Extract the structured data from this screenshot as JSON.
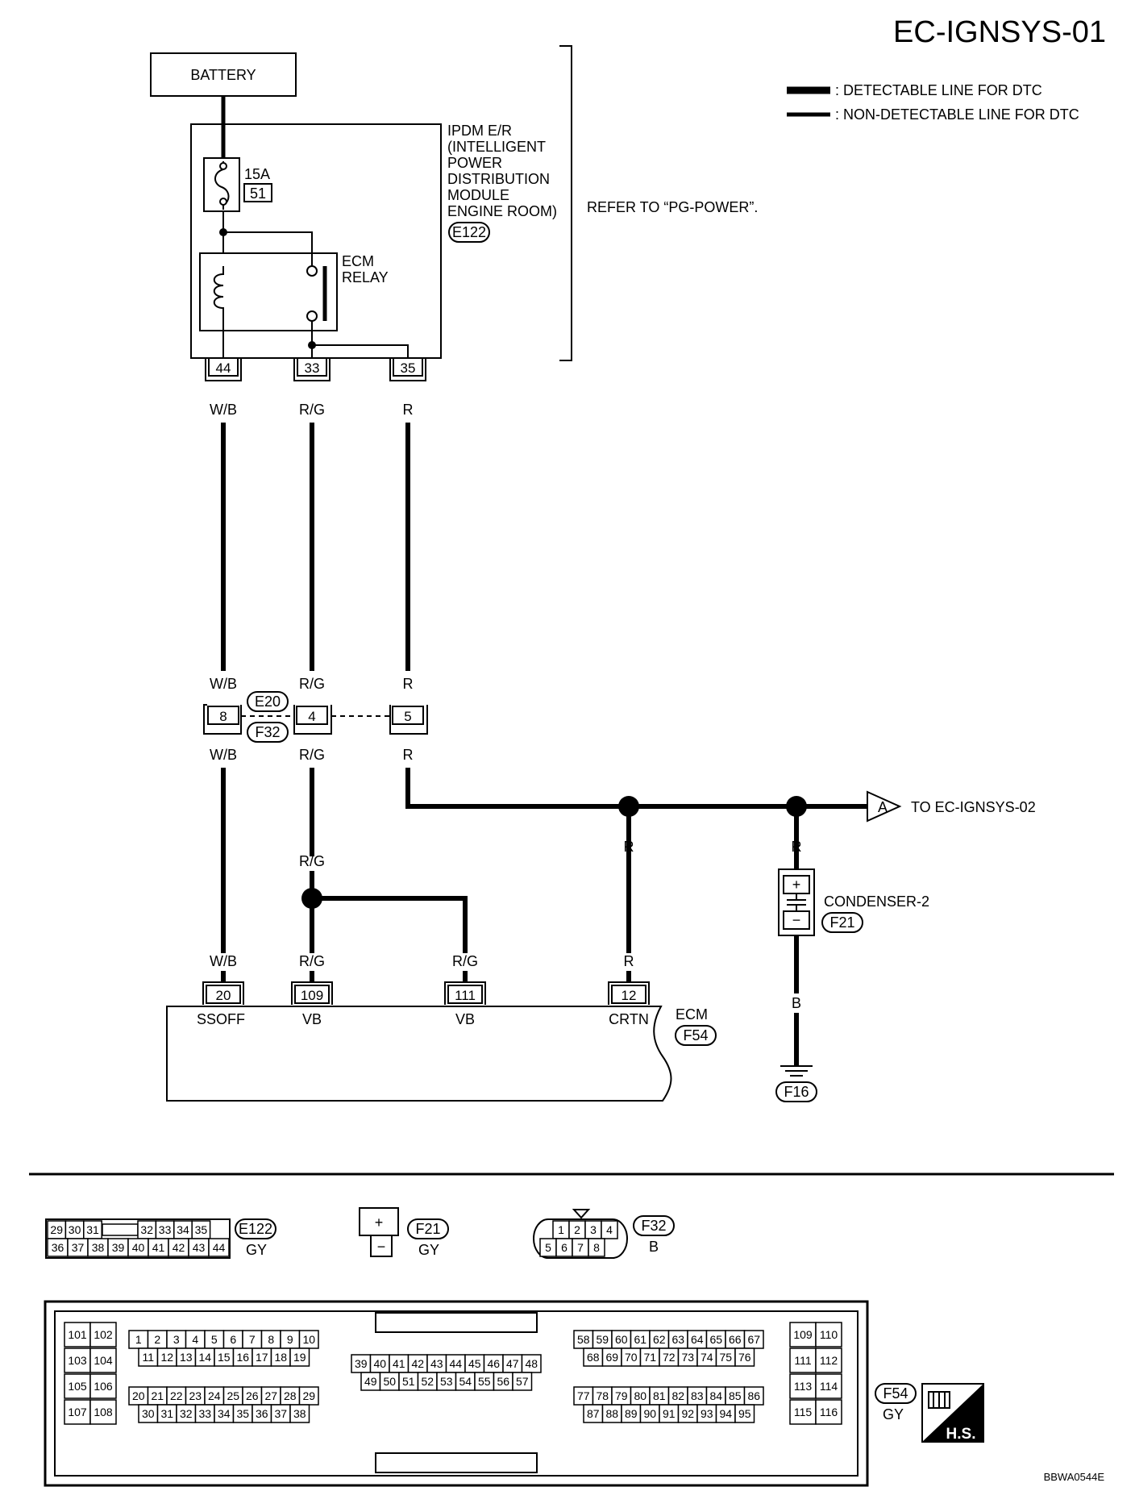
{
  "title": "EC-IGNSYS-01",
  "legend": {
    "detectable": ": DETECTABLE LINE FOR DTC",
    "non_detectable": ": NON-DETECTABLE LINE FOR DTC"
  },
  "battery": "BATTERY",
  "ipdm": {
    "lines": [
      "IPDM E/R",
      "(INTELLIGENT",
      "POWER",
      "DISTRIBUTION",
      "MODULE",
      "ENGINE ROOM)"
    ],
    "connector": "E122",
    "fuse_rating": "15A",
    "fuse_number": "51",
    "relay_label": [
      "ECM",
      "RELAY"
    ],
    "refer": "REFER TO “PG-POWER”.",
    "terminals": [
      "44",
      "33",
      "35"
    ]
  },
  "wire_colors": {
    "wb": "W/B",
    "rg": "R/G",
    "r": "R",
    "b": "B"
  },
  "joint": {
    "connector_top": "E20",
    "connector_bottom": "F32",
    "pins": [
      "8",
      "4",
      "5"
    ]
  },
  "offpage": {
    "letter": "A",
    "text": "TO EC-IGNSYS-02"
  },
  "condenser": {
    "name": "CONDENSER-2",
    "connector": "F21",
    "plus": "+",
    "minus": "−",
    "ground": "F16"
  },
  "ecm": {
    "name": "ECM",
    "connector": "F54",
    "terminals": [
      {
        "pin": "20",
        "signal": "SSOFF"
      },
      {
        "pin": "109",
        "signal": "VB"
      },
      {
        "pin": "111",
        "signal": "VB"
      },
      {
        "pin": "12",
        "signal": "CRTN"
      }
    ]
  },
  "connector_views": {
    "e122": {
      "id": "E122",
      "color": "GY",
      "top": [
        "29",
        "30",
        "31",
        "32",
        "33",
        "34",
        "35"
      ],
      "bottom": [
        "36",
        "37",
        "38",
        "39",
        "40",
        "41",
        "42",
        "43",
        "44"
      ]
    },
    "f21": {
      "id": "F21",
      "color": "GY",
      "plus": "+",
      "minus": "−"
    },
    "f32": {
      "id": "F32",
      "color": "B",
      "top": [
        "1",
        "2",
        "3",
        "4"
      ],
      "bottom": [
        "5",
        "6",
        "7",
        "8"
      ]
    },
    "f54": {
      "id": "F54",
      "color": "GY",
      "left_pairs": [
        [
          "101",
          "102"
        ],
        [
          "103",
          "104"
        ],
        [
          "105",
          "106"
        ],
        [
          "107",
          "108"
        ]
      ],
      "row_a1": [
        "1",
        "2",
        "3",
        "4",
        "5",
        "6",
        "7",
        "8",
        "9",
        "10"
      ],
      "row_a2": [
        "11",
        "12",
        "13",
        "14",
        "15",
        "16",
        "17",
        "18",
        "19"
      ],
      "row_b1": [
        "20",
        "21",
        "22",
        "23",
        "24",
        "25",
        "26",
        "27",
        "28",
        "29"
      ],
      "row_b2": [
        "30",
        "31",
        "32",
        "33",
        "34",
        "35",
        "36",
        "37",
        "38"
      ],
      "row_c1": [
        "39",
        "40",
        "41",
        "42",
        "43",
        "44",
        "45",
        "46",
        "47",
        "48"
      ],
      "row_c2": [
        "49",
        "50",
        "51",
        "52",
        "53",
        "54",
        "55",
        "56",
        "57"
      ],
      "row_d1": [
        "58",
        "59",
        "60",
        "61",
        "62",
        "63",
        "64",
        "65",
        "66",
        "67"
      ],
      "row_d2": [
        "68",
        "69",
        "70",
        "71",
        "72",
        "73",
        "74",
        "75",
        "76"
      ],
      "row_e1": [
        "77",
        "78",
        "79",
        "80",
        "81",
        "82",
        "83",
        "84",
        "85",
        "86"
      ],
      "row_e2": [
        "87",
        "88",
        "89",
        "90",
        "91",
        "92",
        "93",
        "94",
        "95"
      ],
      "right_pairs": [
        [
          "109",
          "110"
        ],
        [
          "111",
          "112"
        ],
        [
          "113",
          "114"
        ],
        [
          "115",
          "116"
        ]
      ]
    },
    "hs": "H.S."
  },
  "figure_code": "BBWA0544E"
}
